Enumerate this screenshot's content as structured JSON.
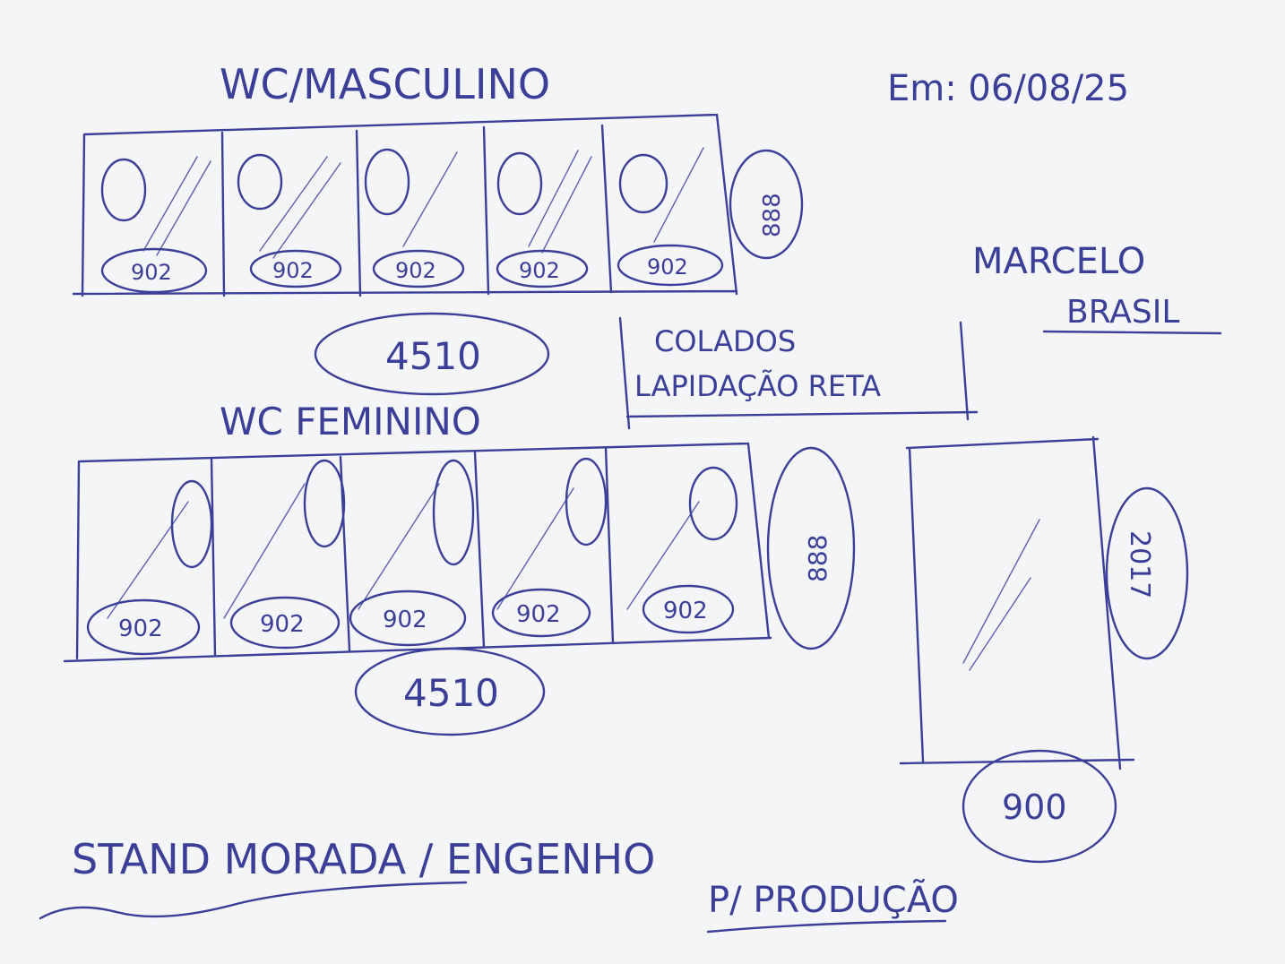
{
  "header": {
    "title_male": "WC/MASCULINO",
    "date": "Em: 06/08/25",
    "client": "MARCELO",
    "client_line2": "BRASIL"
  },
  "notes": {
    "edges_line1": "COLADOS",
    "edges_line2": "LAPIDAÇÃO RETA"
  },
  "male_row": {
    "panel_widths": [
      "902",
      "902",
      "902",
      "902",
      "902"
    ],
    "height": "888",
    "total": "4510"
  },
  "female": {
    "title": "WC FEMININO",
    "panel_widths": [
      "902",
      "902",
      "902",
      "902",
      "902"
    ],
    "height": "888",
    "total": "4510"
  },
  "single_panel": {
    "width": "900",
    "height": "2017"
  },
  "footer": {
    "project": "STAND MORADA / ENGENHO",
    "destination": "P/ PRODUÇÃO"
  }
}
